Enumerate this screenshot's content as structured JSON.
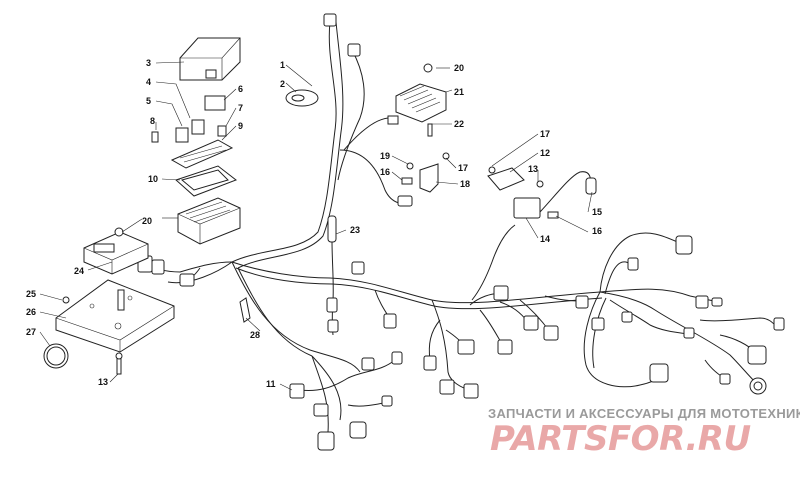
{
  "callouts": [
    {
      "key": "c1",
      "label": "1"
    },
    {
      "key": "c2",
      "label": "2"
    },
    {
      "key": "c3",
      "label": "3"
    },
    {
      "key": "c4",
      "label": "4"
    },
    {
      "key": "c5",
      "label": "5"
    },
    {
      "key": "c6",
      "label": "6"
    },
    {
      "key": "c7",
      "label": "7"
    },
    {
      "key": "c8",
      "label": "8"
    },
    {
      "key": "c9",
      "label": "9"
    },
    {
      "key": "c10",
      "label": "10"
    },
    {
      "key": "c11",
      "label": "11"
    },
    {
      "key": "c12",
      "label": "12"
    },
    {
      "key": "c13a",
      "label": "13"
    },
    {
      "key": "c13b",
      "label": "13"
    },
    {
      "key": "c14",
      "label": "14"
    },
    {
      "key": "c15",
      "label": "15"
    },
    {
      "key": "c16a",
      "label": "16"
    },
    {
      "key": "c16b",
      "label": "16"
    },
    {
      "key": "c17a",
      "label": "17"
    },
    {
      "key": "c17b",
      "label": "17"
    },
    {
      "key": "c18",
      "label": "18"
    },
    {
      "key": "c19",
      "label": "19"
    },
    {
      "key": "c20a",
      "label": "20"
    },
    {
      "key": "c20b",
      "label": "20"
    },
    {
      "key": "c21",
      "label": "21"
    },
    {
      "key": "c22",
      "label": "22"
    },
    {
      "key": "c23",
      "label": "23"
    },
    {
      "key": "c24",
      "label": "24"
    },
    {
      "key": "c25",
      "label": "25"
    },
    {
      "key": "c26",
      "label": "26"
    },
    {
      "key": "c27",
      "label": "27"
    },
    {
      "key": "c28",
      "label": "28"
    }
  ],
  "watermark": {
    "tagline": "ЗАПЧАСТИ И АКСЕССУАРЫ ДЛЯ МОТОТЕХНИКИ",
    "brand": "PARTSFOR.RU",
    "color": "#e9a8a8"
  }
}
